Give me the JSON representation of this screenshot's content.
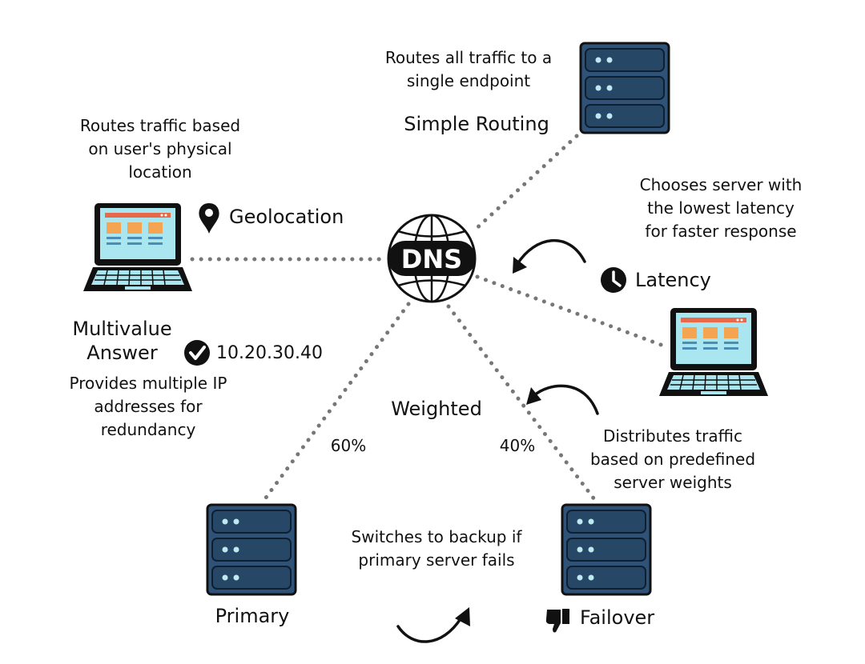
{
  "center": {
    "label": "DNS"
  },
  "simple_routing": {
    "title": "Simple Routing",
    "description": [
      "Routes all traffic to a",
      "single endpoint"
    ]
  },
  "geolocation": {
    "title": "Geolocation",
    "icon": "map-pin-icon",
    "description": [
      "Routes traffic based",
      "on user's physical",
      "location"
    ]
  },
  "latency": {
    "title": "Latency",
    "icon": "clock-icon",
    "description": [
      "Chooses server with",
      "the lowest latency",
      "for faster response"
    ]
  },
  "multivalue": {
    "title": [
      "Multivalue",
      "Answer"
    ],
    "icon": "check-circle-icon",
    "ip": "10.20.30.40",
    "description": [
      "Provides multiple IP",
      "addresses for",
      "redundancy"
    ]
  },
  "weighted": {
    "title": "Weighted",
    "left_percent": "60%",
    "right_percent": "40%",
    "description": [
      "Distributes traffic",
      "based on predefined",
      "server weights"
    ]
  },
  "failover": {
    "primary_label": "Primary",
    "failover_label": "Failover",
    "icon": "thumbs-down-icon",
    "description": [
      "Switches to backup if",
      "primary server fails"
    ]
  },
  "colors": {
    "server_fill": "#2f5278",
    "server_stroke": "#111111",
    "server_dot": "#bfe9f2",
    "screen": "#a9e6ef",
    "screen_bar": "#e8684a",
    "screen_block": "#f5a552",
    "connector": "#777777"
  }
}
